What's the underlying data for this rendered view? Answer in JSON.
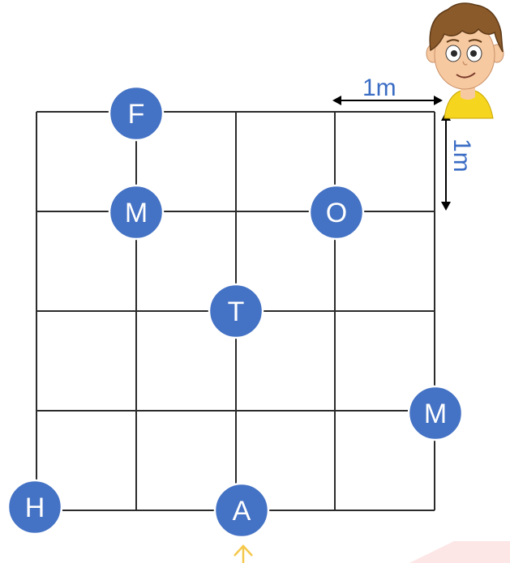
{
  "nodes": [
    {
      "label": "F"
    },
    {
      "label": "M"
    },
    {
      "label": "O"
    },
    {
      "label": "T"
    },
    {
      "label": "M"
    },
    {
      "label": "H"
    },
    {
      "label": "A"
    }
  ],
  "scale": {
    "horizontal_label": "1m",
    "vertical_label": "1m"
  },
  "colors": {
    "node_fill": "#4472c4",
    "scale_text": "#3a6cc4",
    "grid": "#2b2b2b",
    "start_arrow": "#f5c84b"
  },
  "icons": {
    "character": "boy-cartoon-icon",
    "start_marker": "up-arrow-icon"
  }
}
